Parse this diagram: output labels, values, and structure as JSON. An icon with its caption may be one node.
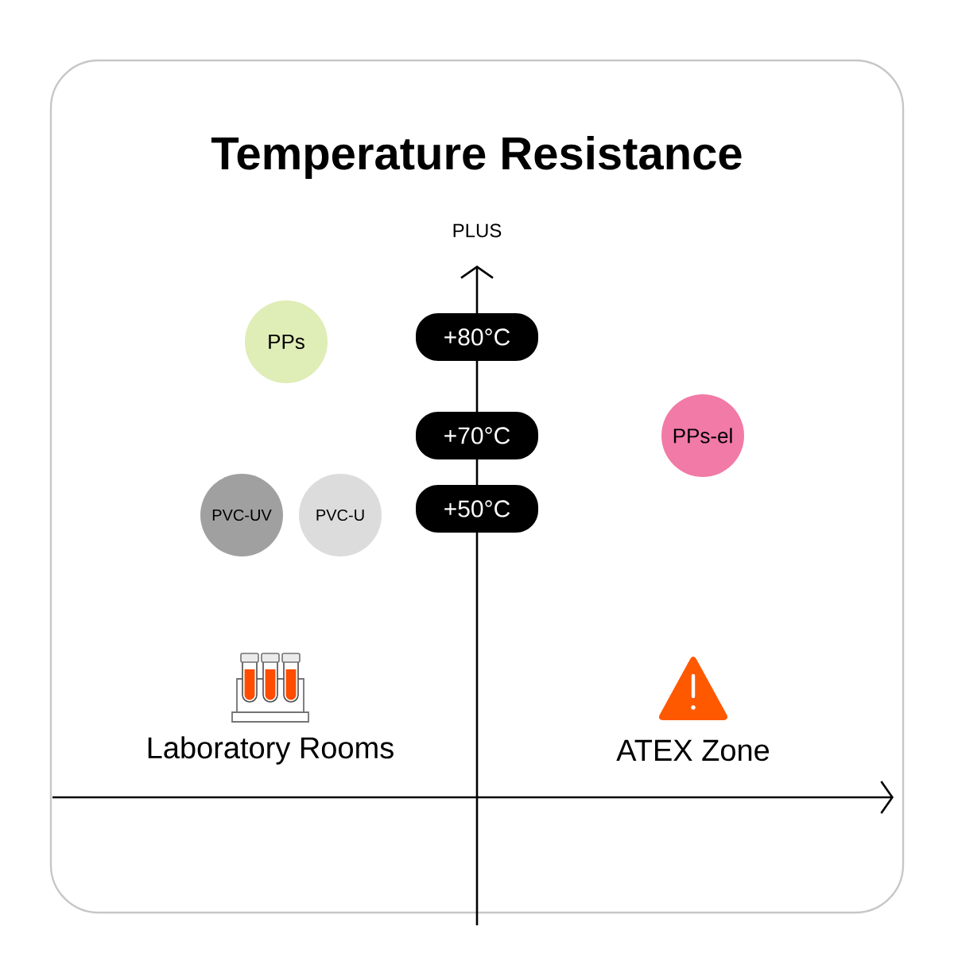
{
  "diagram": {
    "title": "Temperature Resistance",
    "nodes": [
      {
        "text": [
          "PPs"
        ]
      },
      {
        "text": [
          "+80°C"
        ]
      },
      {
        "text": [
          "+70°C"
        ]
      },
      {
        "text": [
          "PPs-el"
        ]
      },
      {
        "text": [
          "PVC-UV"
        ]
      },
      {
        "text": [
          "PVC-U"
        ]
      },
      {
        "text": [
          "+50°C"
        ]
      }
    ],
    "labels": [
      "PLUS",
      "Laboratory Rooms",
      "ATEX Zone"
    ]
  }
}
